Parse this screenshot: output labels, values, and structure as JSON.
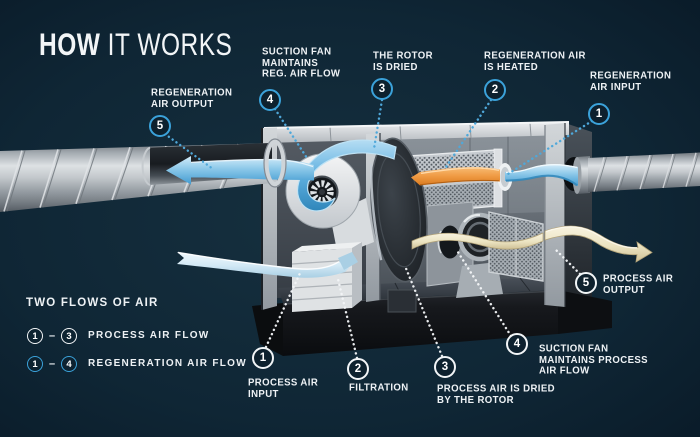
{
  "title": {
    "bold": "HOW",
    "light": " IT WORKS"
  },
  "colors": {
    "background": "#0e2433",
    "regeneration_accent": "#3ba2da",
    "process_accent": "#f2f5f7",
    "heated_air": "#e8893a",
    "dried_air": "#e9e2c3",
    "label_text": "#eef2f5"
  },
  "flows": {
    "regeneration": [
      {
        "num": "1",
        "label_lines": [
          "REGENERATION",
          "AIR INPUT",
          ""
        ]
      },
      {
        "num": "2",
        "label_lines": [
          "REGENERATION AIR",
          "IS HEATED",
          ""
        ]
      },
      {
        "num": "3",
        "label_lines": [
          "THE ROTOR",
          "IS DRIED",
          ""
        ]
      },
      {
        "num": "4",
        "label_lines": [
          "SUCTION FAN",
          "MAINTAINS",
          "REG. AIR FLOW"
        ]
      },
      {
        "num": "5",
        "label_lines": [
          "REGENERATION",
          "AIR OUTPUT",
          ""
        ]
      }
    ],
    "process": [
      {
        "num": "1",
        "label_lines": [
          "PROCESS AIR",
          "INPUT",
          ""
        ]
      },
      {
        "num": "2",
        "label_lines": [
          "FILTRATION",
          "",
          ""
        ]
      },
      {
        "num": "3",
        "label_lines": [
          "PROCESS AIR IS DRIED",
          "BY THE ROTOR",
          ""
        ]
      },
      {
        "num": "4",
        "label_lines": [
          "SUCTION FAN",
          "MAINTAINS PROCESS",
          "AIR FLOW"
        ]
      },
      {
        "num": "5",
        "label_lines": [
          "PROCESS AIR",
          "OUTPUT",
          ""
        ]
      }
    ]
  },
  "legend": {
    "heading": "TWO FLOWS OF AIR",
    "rows": [
      {
        "from": "1",
        "dash": "–",
        "to": "3",
        "label": "PROCESS AIR FLOW"
      },
      {
        "from": "1",
        "dash": "–",
        "to": "4",
        "label": "REGENERATION AIR FLOW"
      }
    ]
  },
  "machine_parts": [
    "left-spiral-duct",
    "right-spiral-duct",
    "regeneration-fan",
    "filter-stack",
    "desiccant-rotor",
    "heater",
    "process-fan",
    "outlet-mesh",
    "base-plinth"
  ]
}
